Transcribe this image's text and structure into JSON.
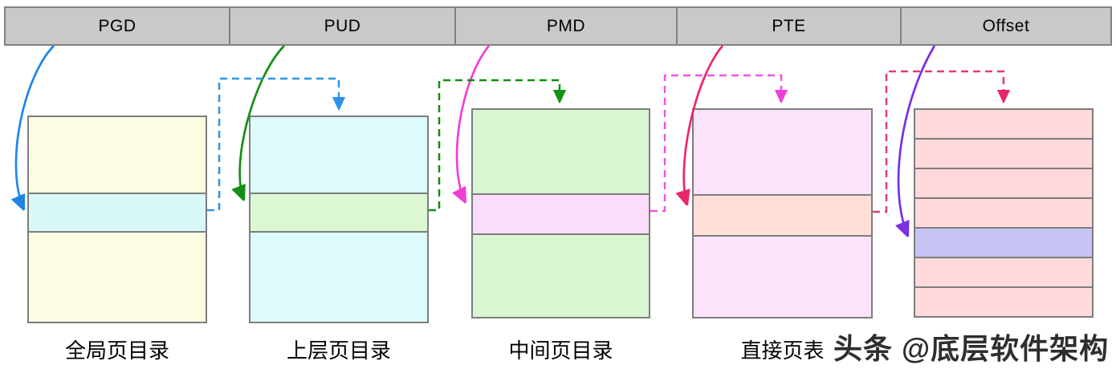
{
  "header": {
    "cells": [
      {
        "label": "PGD"
      },
      {
        "label": "PUD"
      },
      {
        "label": "PMD"
      },
      {
        "label": "PTE"
      },
      {
        "label": "Offset"
      }
    ]
  },
  "columns": [
    {
      "caption": "全局页目录"
    },
    {
      "caption": "上层页目录"
    },
    {
      "caption": "中间页目录"
    },
    {
      "caption": "直接页表"
    },
    {
      "caption": ""
    }
  ],
  "watermark": "头条 @底层软件架构",
  "colors": {
    "text": "#000000",
    "watermark": "#2e2e2e",
    "header_bg": "#c9c9c9",
    "header_border": "#808080",
    "box_border": "#7d7d7d",
    "col1_fill": "#fdfce3",
    "col1_hl": "#d9f9f9",
    "col2_fill": "#dcfbfa",
    "col2_hl": "#dcf8d2",
    "col3_fill": "#d9f6d0",
    "col3_hl": "#fbdcfa",
    "col4_fill": "#fce3fc",
    "col4_hl": "#ffdfd8",
    "col5_fill": "#ffd9db",
    "col5_hl": "#c5c4f4",
    "arrow_blue": "#1d86e8",
    "arrow_green": "#149114",
    "arrow_magenta": "#f23ed8",
    "arrow_crimson": "#ec2766",
    "arrow_purple": "#7b2fe2",
    "dash_blue": "#2e94e8",
    "dash_green": "#0d8f0d",
    "dash_magenta": "#f055e0",
    "dash_crimson": "#e23a80"
  }
}
